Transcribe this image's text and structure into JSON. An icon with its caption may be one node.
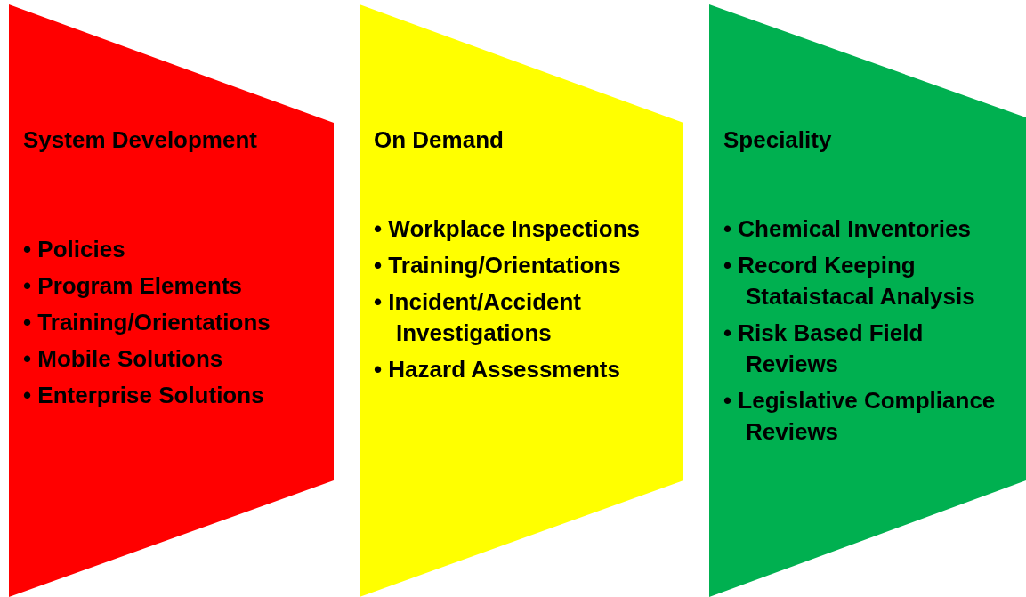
{
  "diagram": {
    "nodes": [
      {
        "text": [
          "System Development",
          "• Policies",
          "• Program Elements",
          "• Training/Orientations",
          "• Mobile Solutions",
          "• Enterprise Solutions"
        ]
      },
      {
        "text": [
          "On Demand",
          "• Workplace Inspections",
          "• Training/Orientations",
          "• Incident/Accident Investigations",
          "• Hazard Assessments"
        ]
      },
      {
        "text": [
          "Speciality",
          "• Chemical Inventories",
          "• Record Keeping Stataistacal Analysis",
          "• Risk Based Field Reviews",
          "• Legislative Compliance Reviews"
        ]
      }
    ]
  }
}
